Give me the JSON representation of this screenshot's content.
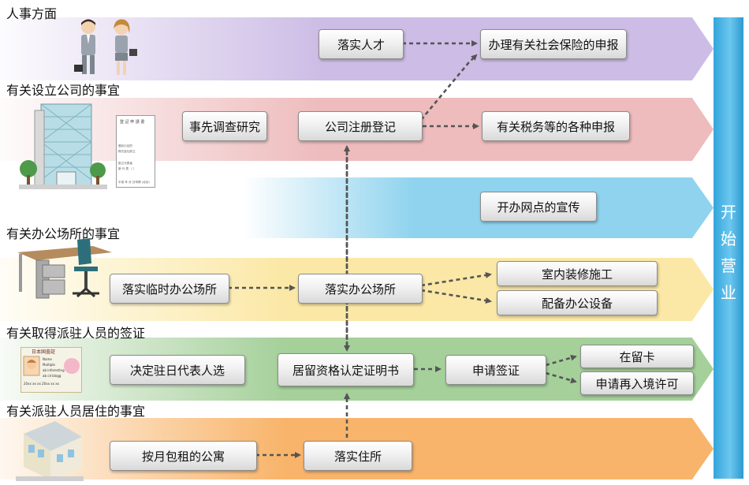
{
  "final_stage": {
    "label": "开\n始\n营\n业"
  },
  "bands": [
    {
      "id": "personnel",
      "label": "人事方面",
      "color": "#cdbde6"
    },
    {
      "id": "company",
      "label": "有关设立公司的事宜",
      "color": "#eebcbd"
    },
    {
      "id": "promotion",
      "label": "",
      "color": "#8fd3ee"
    },
    {
      "id": "office",
      "label": "有关办公场所的事宜",
      "color": "#fbe8a6"
    },
    {
      "id": "visa",
      "label": "有关取得派驻人员的签证",
      "color": "#a5d09a"
    },
    {
      "id": "housing",
      "label": "有关派驻人员居住的事宜",
      "color": "#f8b46a"
    }
  ],
  "nodes": {
    "hire_staff": "落实人才",
    "social_insurance": "办理有关社会保险的申报",
    "prior_research": "事先调查研究",
    "company_registration": "公司注册登记",
    "tax_filing": "有关税务等的各种申报",
    "branch_promotion": "开办网点的宣传",
    "temp_office": "落实临时办公场所",
    "office": "落实办公场所",
    "interior": "室内装修施工",
    "equipment": "配备办公设备",
    "representative": "决定驻日代表人选",
    "coe": "居留资格认定证明书",
    "visa_apply": "申请签证",
    "residence_card": "在留卡",
    "reentry": "申请再入境许可",
    "monthly_apartment": "按月包租的公寓",
    "housing": "落实住所"
  },
  "document_text": {
    "doc_title": "登 記 申 請 書",
    "doc_lines": [
      "登記の目的",
      "株式会社設立",
      "",
      "設立代表者",
      "  新 代 表 （ ）",
      "",
      "平成 年 月 日申請 (北京)"
    ],
    "card_title": "日本国査証",
    "card_lines": [
      "Name",
      "Multiple",
      "ab inforesting",
      "ab cd blogg",
      "20xx xx xx 20xx xx xx"
    ]
  }
}
